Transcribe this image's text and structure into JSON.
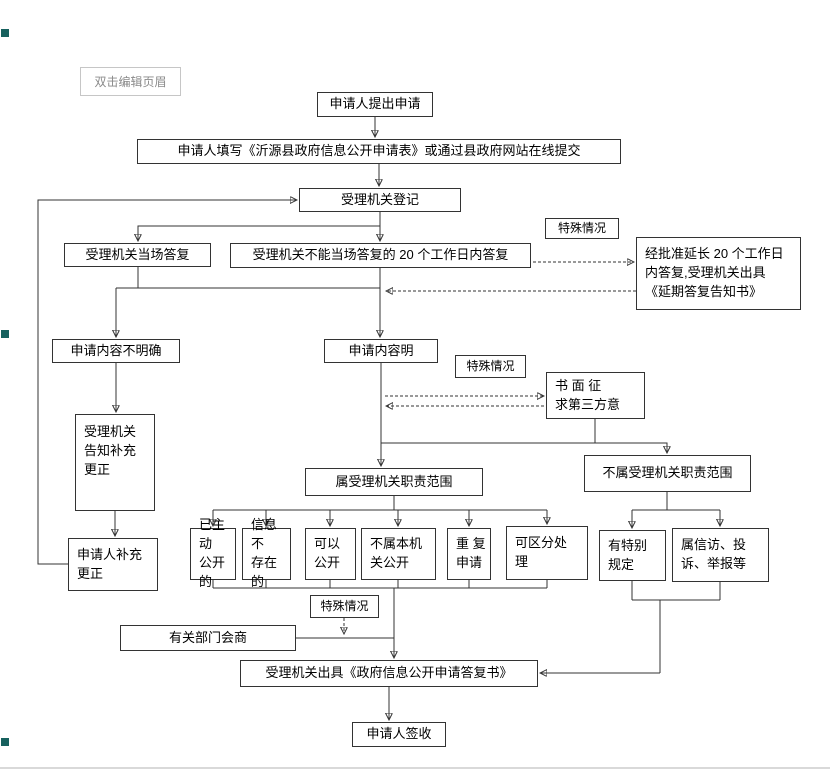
{
  "page": {
    "header_hint": "双击编辑页眉",
    "colors": {
      "line": "#333333",
      "box_border": "#333333",
      "hint_border": "#c6c6c6",
      "hint_text": "#8a8a8a",
      "edge_marker": "#17615e"
    }
  },
  "flowchart": {
    "nodes": {
      "apply": "申请人提出申请",
      "fill_form": "申请人填写《沂源县政府信息公开申请表》或通过县政府网站在线提交",
      "register": "受理机关登记",
      "onsite_reply": "受理机关当场答复",
      "reply_20days": "受理机关不能当场答复的 20 个工作日内答复",
      "special_case_1": "特殊情况",
      "extend": "经批准延长 20 个工作日\n内答复,受理机关出具\n《延期答复告知书》",
      "unclear": "申请内容不明确",
      "clear": "申请内容明",
      "special_case_2": "特殊情况",
      "third_party": "书 面 征\n求第三方意",
      "notify_supplement": "受理机关\n告知补充\n更正",
      "applicant_supplement": "申请人补充\n更正",
      "in_scope": "属受理机关职责范围",
      "out_scope": "不属受理机关职责范围",
      "already_public": "已主动\n公开的",
      "not_exist": "信息不\n存在的",
      "can_public": "可以\n公开",
      "not_this_org": "不属本机\n关公开",
      "repeat_apply": "重 复\n申请",
      "separable": "可区分处\n理",
      "special_rule": "有特别\n规定",
      "petition": "属信访、投\n诉、举报等",
      "special_case_3": "特殊情况",
      "consult": "有关部门会商",
      "issue_reply": "受理机关出具《政府信息公开申请答复书》",
      "sign": "申请人签收"
    }
  }
}
